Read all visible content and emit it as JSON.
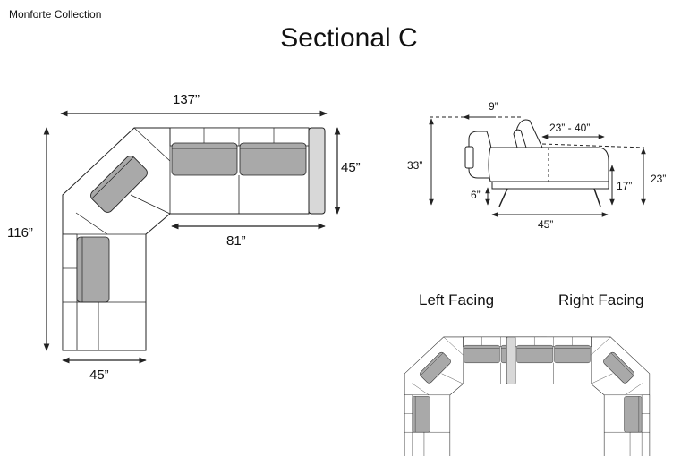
{
  "brand": "Monforte Collection",
  "title": "Sectional C",
  "plan_dimensions": {
    "overall_width": "137”",
    "overall_depth": "116”",
    "seat_depth_right": "45”",
    "straight_length": "81”",
    "left_width": "45”"
  },
  "side_dimensions": {
    "headrest_offset": "9”",
    "seat_depth_range": "23” - 40”",
    "total_height": "33”",
    "leg_height": "6”",
    "seat_height": "17”",
    "arm_height": "23”",
    "depth": "45”"
  },
  "variants": {
    "left": "Left Facing",
    "right": "Right Facing"
  },
  "colors": {
    "line": "#222222",
    "cushion": "#a9a9a9",
    "arm": "#d8d8d8"
  }
}
